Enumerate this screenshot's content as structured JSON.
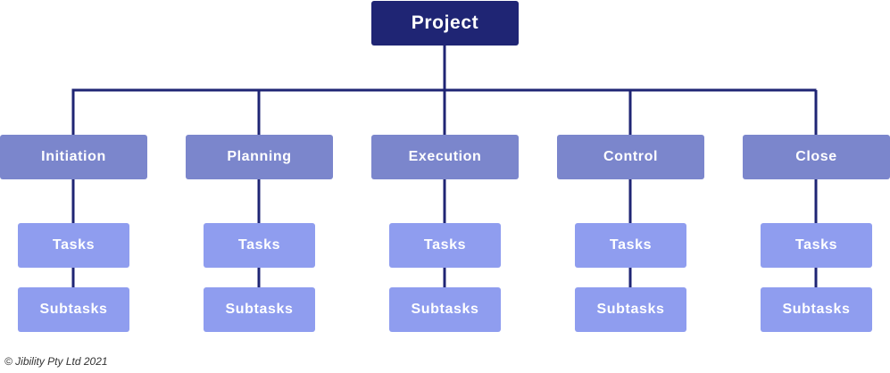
{
  "colors": {
    "root": "#1f2574",
    "phase": "#7b86cc",
    "task": "#8f9def",
    "line": "#1f2574"
  },
  "root": {
    "label": "Project"
  },
  "phases": [
    {
      "label": "Initiation",
      "task": "Tasks",
      "subtask": "Subtasks"
    },
    {
      "label": "Planning",
      "task": "Tasks",
      "subtask": "Subtasks"
    },
    {
      "label": "Execution",
      "task": "Tasks",
      "subtask": "Subtasks"
    },
    {
      "label": "Control",
      "task": "Tasks",
      "subtask": "Subtasks"
    },
    {
      "label": "Close",
      "task": "Tasks",
      "subtask": "Subtasks"
    }
  ],
  "footer": {
    "copyright": "© Jibility Pty Ltd 2021"
  }
}
